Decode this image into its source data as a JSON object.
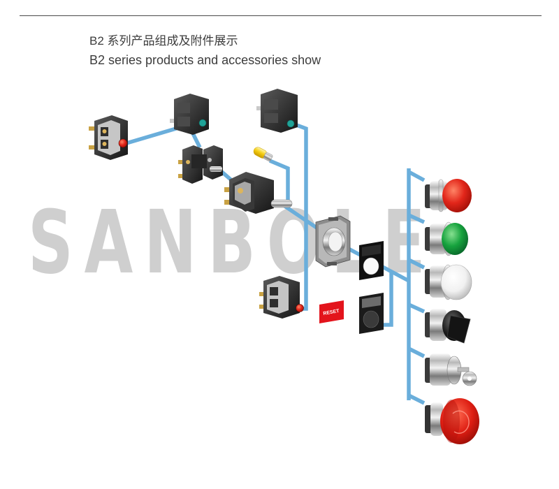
{
  "header": {
    "title_cn": "B2 系列产品组成及附件展示",
    "title_en": "B2 series products and accessories show"
  },
  "watermark": "SANBOLE",
  "labels": {
    "reset": "RESET"
  },
  "colors": {
    "connector_line": "#6aaedb",
    "title_text": "#3c3c3c",
    "divider": "#4a4a4a",
    "watermark": "#cfcfcf",
    "red_cap": "#e2261a",
    "green_cap": "#17a33e",
    "teal_indicator": "#1fa398",
    "reset_label": "#e3141c"
  }
}
